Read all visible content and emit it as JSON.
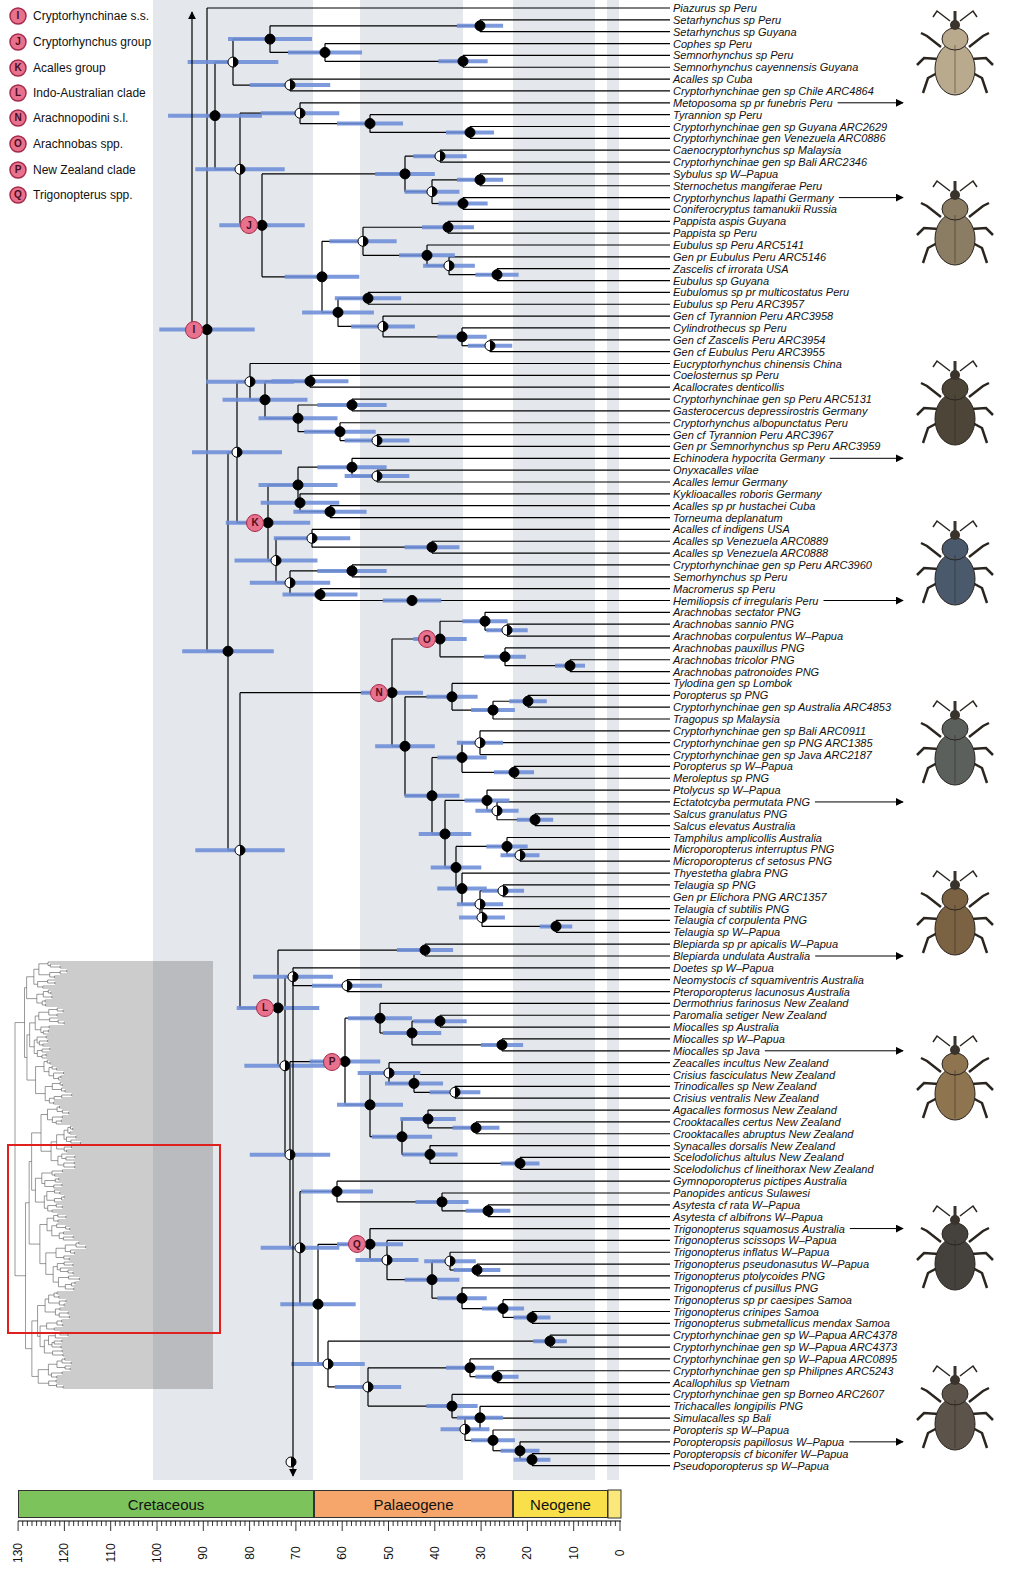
{
  "diagram": {
    "nodes": [
      {
        "text": [
          "J"
        ]
      },
      {
        "text": [
          "I"
        ]
      },
      {
        "text": [
          "K"
        ]
      },
      {
        "text": [
          "O"
        ]
      },
      {
        "text": [
          "N"
        ]
      },
      {
        "text": [
          "L"
        ]
      },
      {
        "text": [
          "P"
        ]
      },
      {
        "text": [
          "Q"
        ]
      },
      {
        "text": [
          "Cretaceous"
        ]
      },
      {
        "text": [
          "Palaeogene"
        ]
      },
      {
        "text": [
          "Neogene"
        ]
      }
    ],
    "labels": [
      "I",
      "J",
      "K",
      "L",
      "N",
      "O",
      "P",
      "Q",
      "Piazurus sp Peru",
      "Setarhynchus sp Peru",
      "Setarhynchus sp Guyana",
      "Cophes sp Peru",
      "Semnorhynchus sp Peru",
      "Semnorhynchus cayennensis Guyana",
      "Acalles sp Cuba",
      "Cryptorhynchinae gen sp Chile ARC4864",
      "Metoposoma sp pr funebris Peru",
      "Tyrannion sp Peru",
      "Cryptorhynchinae gen sp Guyana ARC2629",
      "Cryptorhynchinae gen Venezuela ARC0886",
      "Caenocryptorhynchus sp Malaysia",
      "Cryptorhynchinae gen sp Bali ARC2346",
      "Sybulus sp W–Papua",
      "Sternochetus mangiferae Peru",
      "Cryptorhynchus lapathi Germany",
      "Coniferocryptus tamanukii Russia",
      "Pappista aspis Guyana",
      "Pappista sp Peru",
      "Eubulus sp Peru ARC5141",
      "Gen pr Eubulus Peru ARC5146",
      "Zascelis cf irrorata USA",
      "Eubulus sp Guyana",
      "Eubulomus sp pr multicostatus Peru",
      "Eubulus sp Peru ARC3957",
      "Gen cf Tyrannion Peru ARC3958",
      "Cylindrothecus sp Peru",
      "Gen cf Zascelis Peru ARC3954",
      "Gen cf Eubulus Peru ARC3955",
      "Eucryptorhynchus chinensis China",
      "Coelosternus sp Peru",
      "Acallocrates denticollis",
      "Cryptorhynchinae gen sp Peru ARC5131",
      "Gasterocercus depressirostris Germany",
      "Cryptorhynchus albopunctatus Peru",
      "Gen cf Tyrannion Peru ARC3967",
      "Gen pr Semnorhynchus sp Peru ARC3959",
      "Echinodera hypocrita Germany",
      "Onyxacalles vilae",
      "Acalles lemur Germany",
      "Kyklioacalles roboris Germany",
      "Acalles sp pr hustachei Cuba",
      "Torneuma deplanatum",
      "Acalles cf indigens USA",
      "Acalles sp Venezuela ARC0889",
      "Acalles sp Venezuela ARC0888",
      "Cryptorhynchinae gen sp Peru ARC3960",
      "Semorhynchus sp Peru",
      "Macromerus sp Peru",
      "Hemiliopsis cf irregularis Peru",
      "Arachnobas sectator PNG",
      "Arachnobas sannio PNG",
      "Arachnobas corpulentus W–Papua",
      "Arachnobas pauxillus PNG",
      "Arachnobas tricolor PNG",
      "Arachnobas patronoides PNG",
      "Tylodina gen sp Lombok",
      "Poropterus sp PNG",
      "Cryptorhynchinae gen sp Australia ARC4853",
      "Tragopus sp Malaysia",
      "Cryptorhynchinae gen sp Bali ARC0911",
      "Cryptorhynchinae gen sp PNG ARC1385",
      "Cryptorhynchinae gen sp Java ARC2187",
      "Poropterus sp W–Papua",
      "Meroleptus sp PNG",
      "Ptolycus sp W–Papua",
      "Ectatotcyba permutata PNG",
      "Salcus granulatus PNG",
      "Salcus elevatus Australia",
      "Tamphilus amplicollis Australia",
      "Microporopterus interruptus PNG",
      "Microporopterus cf setosus PNG",
      "Thyestetha glabra PNG",
      "Telaugia sp PNG",
      "Gen pr Elichora PNG ARC1357",
      "Telaugia cf subtilis PNG",
      "Telaugia cf corpulenta PNG",
      "Telaugia sp W–Papua",
      "Blepiarda sp pr apicalis W–Papua",
      "Blepiarda undulata Australia",
      "Doetes sp W–Papua",
      "Neomystocis cf squamiventris Australia",
      "Pteroporopterus lacunosus Australia",
      "Dermothrius farinosus New Zealand",
      "Paromalia setiger New Zealand",
      "Miocalles sp Australia",
      "Miocalles sp W–Papua",
      "Miocalles sp Java",
      "Zeacalles incultus New Zealand",
      "Crisius fasciculatus New Zealand",
      "Trinodicalles sp New Zealand",
      "Crisius ventralis New Zealand",
      "Agacalles formosus New Zealand",
      "Crooktacalles certus New Zealand",
      "Crooktacalles abruptus New Zealand",
      "Synacalles dorsalis New Zealand",
      "Scelodolichus altulus New Zealand",
      "Scelodolichus cf lineithorax New Zealand",
      "Gymnoporopterus pictipes Australia",
      "Panopides anticus Sulawesi",
      "Asytesta cf rata W–Papua",
      "Asytesta cf albifrons W–Papua",
      "Trigonopterus squamosus Australia",
      "Trigonopterus scissops W–Papua",
      "Trigonopterus inflatus W–Papua",
      "Trigonopterus pseudonasutus W–Papua",
      "Trigonopterus ptolycoides PNG",
      "Trigonopterus cf pusillus PNG",
      "Trigonopterus sp pr caesipes Samoa",
      "Trigonopterus crinipes Samoa",
      "Trigonopterus submetallicus mendax Samoa",
      "Cryptorhynchinae gen sp W–Papua ARC4378",
      "Cryptorhynchinae gen sp W–Papua ARC4373",
      "Cryptorhynchinae gen sp W–Papua ARC0895",
      "Cryptorhynchinae gen sp Philipnes ARC5243",
      "Acallophilus sp Vietnam",
      "Cryptorhynchinae gen sp Borneo ARC2607",
      "Trichacalles longipilis PNG",
      "Simulacalles sp Bali",
      "Poropteris sp W–Papua",
      "Poropteropsis papillosus W–Papua",
      "Poropteropsis cf biconifer W–Papua",
      "Pseudoporopterus sp W–Papua",
      "130",
      "120",
      "110",
      "100",
      "90",
      "80",
      "70",
      "60",
      "50",
      "40",
      "30",
      "20",
      "10",
      "0"
    ],
    "legend": [
      {
        "text": "Cryptorhynchinae s.s."
      },
      {
        "text": "Cryptorhynchus group"
      },
      {
        "text": "Acalles group"
      },
      {
        "text": "Indo-Australian clade"
      },
      {
        "text": "Arachnopodini s.l."
      },
      {
        "text": "Arachnobas spp."
      },
      {
        "text": "New Zealand clade"
      },
      {
        "text": "Trigonopterus spp."
      }
    ]
  }
}
